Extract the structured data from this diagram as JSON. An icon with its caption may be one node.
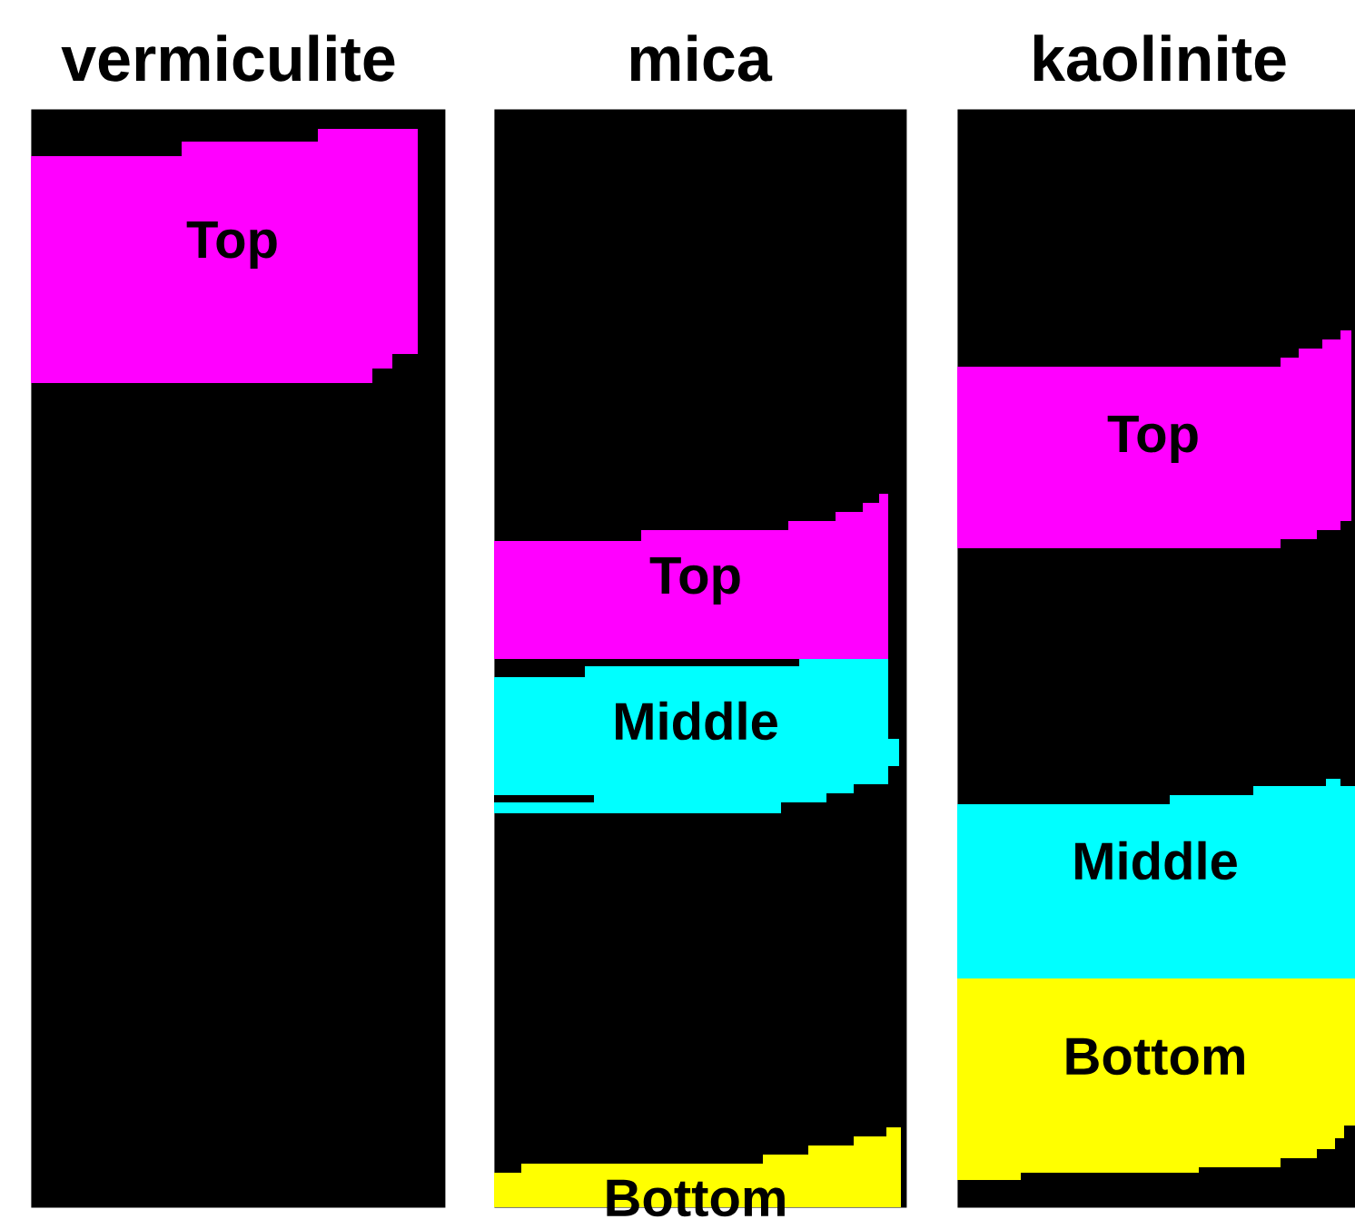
{
  "diagram": {
    "nodes": [
      {
        "text": [
          "vermiculite"
        ]
      },
      {
        "text": [
          "Top"
        ],
        "in": 0
      },
      {
        "text": [
          "mica"
        ]
      },
      {
        "text": [
          "Top"
        ],
        "in": 2
      },
      {
        "text": [
          "Middle"
        ],
        "in": 2
      },
      {
        "text": [
          "Bottom"
        ],
        "in": 2
      },
      {
        "text": [
          "kaolinite"
        ]
      },
      {
        "text": [
          "Top"
        ],
        "in": 6
      },
      {
        "text": [
          "Middle"
        ],
        "in": 6
      },
      {
        "text": [
          "Bottom"
        ],
        "in": 6
      }
    ]
  }
}
